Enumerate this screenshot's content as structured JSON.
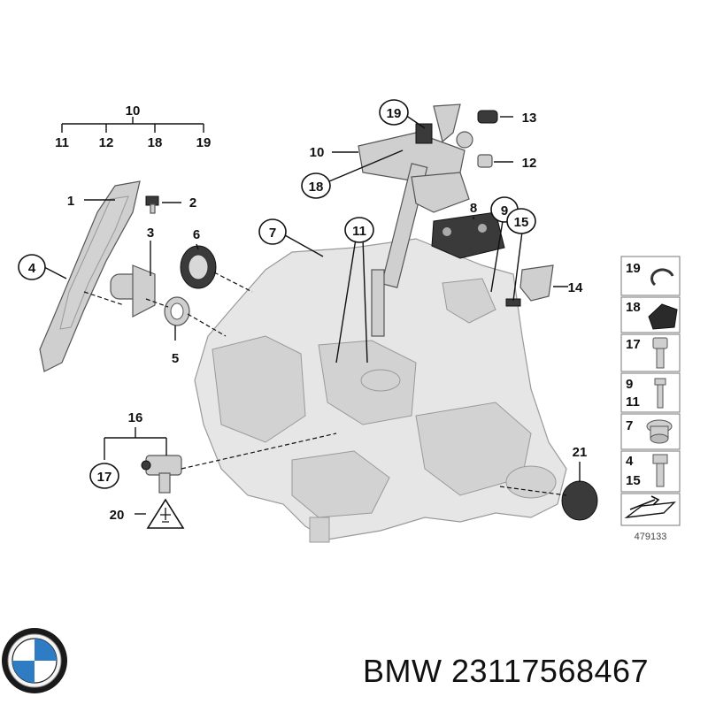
{
  "callouts": {
    "c1": "1",
    "c2": "2",
    "c3": "3",
    "c4": "4",
    "c5": "5",
    "c6": "6",
    "c7": "7",
    "c8": "8",
    "c9": "9",
    "c10": "10",
    "c11": "11",
    "c12": "12",
    "c13": "13",
    "c14": "14",
    "c15": "15",
    "c16": "16",
    "c17": "17",
    "c18": "18",
    "c19": "19",
    "c20": "20",
    "c21": "21"
  },
  "group_top": {
    "parent": "10",
    "children": [
      "11",
      "12",
      "18",
      "19"
    ]
  },
  "group_bottom": {
    "parent": "16",
    "child": "17"
  },
  "legend": {
    "rows": [
      {
        "labels": [
          "19"
        ],
        "icon": "circlip-icon"
      },
      {
        "labels": [
          "18"
        ],
        "icon": "rubber-block-icon"
      },
      {
        "labels": [
          "17"
        ],
        "icon": "socket-bolt-icon"
      },
      {
        "labels": [
          "9",
          "11"
        ],
        "icon": "screw-icon"
      },
      {
        "labels": [
          "7"
        ],
        "icon": "plug-screw-icon"
      },
      {
        "labels": [
          "4",
          "15"
        ],
        "icon": "hex-bolt-icon"
      },
      {
        "labels": [],
        "icon": "arrow-plate-icon"
      }
    ],
    "diagram_number": "479133"
  },
  "brand": {
    "name": "BMW",
    "part_number": "23117568467"
  }
}
